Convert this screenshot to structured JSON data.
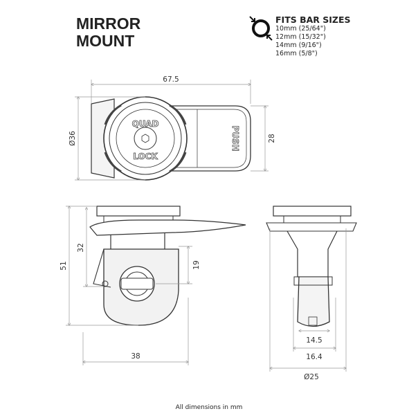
{
  "title": {
    "line1": "MIRROR",
    "line2": "MOUNT"
  },
  "bar_sizes": {
    "heading": "FITS BAR SIZES",
    "icon": "bar-size-ring-icon",
    "sizes": [
      "10mm (25/64\")",
      "12mm (15/32\")",
      "14mm (9/16\")",
      "16mm (5/8\")"
    ]
  },
  "top_view": {
    "length": "67.5",
    "diameter": "Ø36",
    "tab_width": "28",
    "logo_top": "QUAD",
    "logo_bottom": "LOCK",
    "push_label": "PUSH"
  },
  "side_view": {
    "height": "51",
    "clamp_height": "32",
    "bar_clearance": "19",
    "width": "38"
  },
  "front_view": {
    "inner_width": "14.5",
    "body_width": "16.4",
    "plate_diameter": "Ø25"
  },
  "footer": "All dimensions in mm"
}
